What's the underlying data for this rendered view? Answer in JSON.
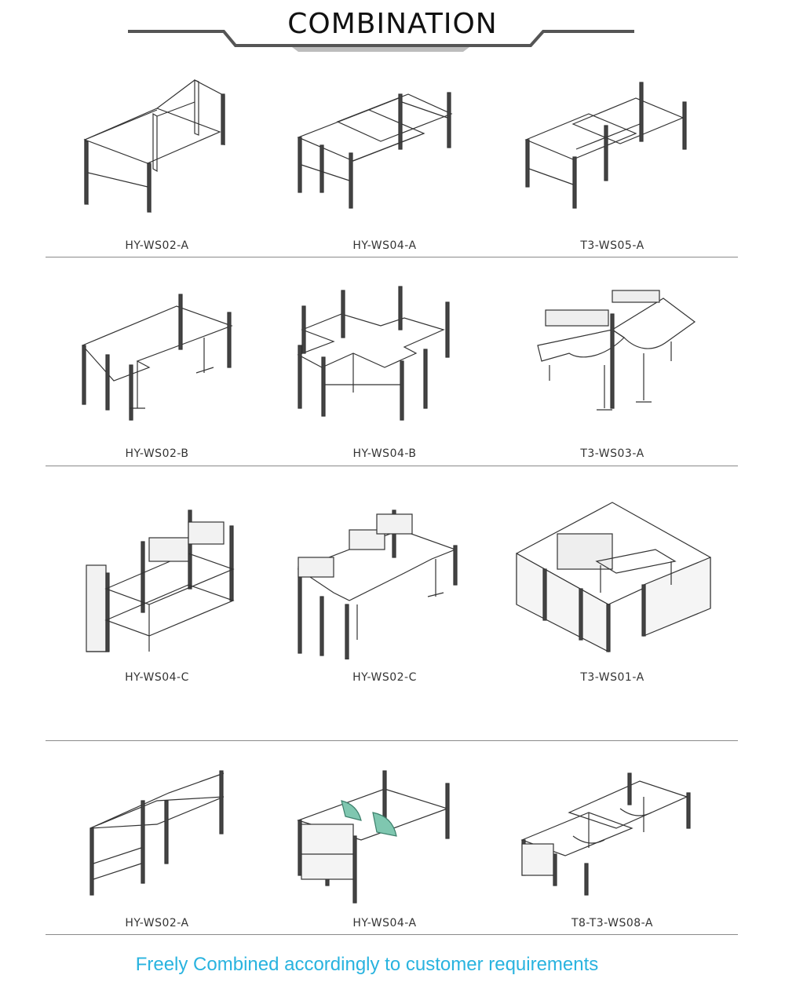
{
  "header": {
    "title": "COMBINATION",
    "line_color": "#555555",
    "tab_color": "#bdbdbd"
  },
  "rows": [
    {
      "items": [
        {
          "label": "HY-WS02-A",
          "icon": "double-workstation-icon"
        },
        {
          "label": "HY-WS04-A",
          "icon": "four-workstation-icon"
        },
        {
          "label": "T3-WS05-A",
          "icon": "five-workstation-icon"
        }
      ]
    },
    {
      "items": [
        {
          "label": "HY-WS02-B",
          "icon": "l-shaped-workstation-icon"
        },
        {
          "label": "HY-WS04-B",
          "icon": "cross-workstation-icon"
        },
        {
          "label": "T3-WS03-A",
          "icon": "three-way-workstation-icon"
        }
      ]
    },
    {
      "items": [
        {
          "label": "HY-WS04-C",
          "icon": "storage-workstation-icon"
        },
        {
          "label": "HY-WS02-C",
          "icon": "u-shaped-workstation-icon"
        },
        {
          "label": "T3-WS01-A",
          "icon": "enclosed-office-icon"
        }
      ]
    },
    {
      "items": [
        {
          "label": "HY-WS02-A",
          "icon": "double-workstation-icon"
        },
        {
          "label": "HY-WS04-A",
          "icon": "glass-screen-workstation-icon"
        },
        {
          "label": "T8-T3-WS08-A",
          "icon": "eight-workstation-cluster-icon"
        }
      ]
    }
  ],
  "footer": {
    "text": "Freely Combined accordingly to customer requirements",
    "color": "#29b3df"
  }
}
